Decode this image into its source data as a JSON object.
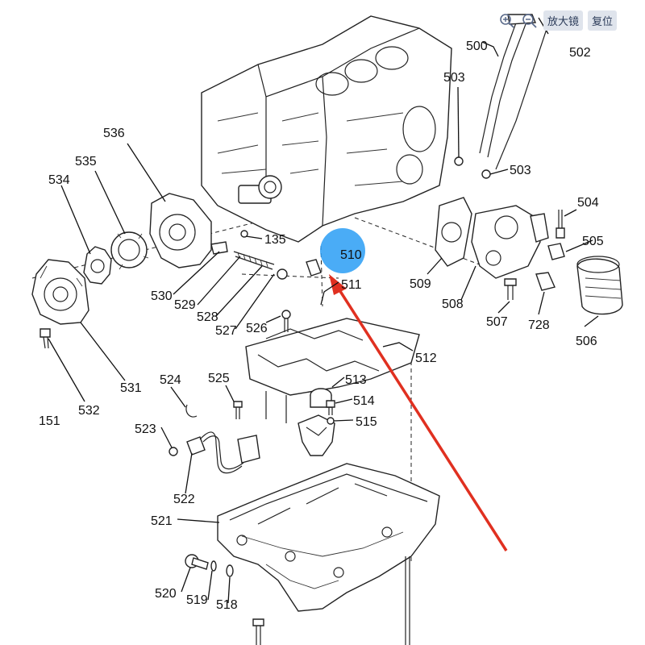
{
  "toolbar": {
    "zoom_in_icon": "zoom-in-icon",
    "zoom_out_icon": "zoom-out-icon",
    "magnify_label": "放大镜",
    "reset_label": "复位"
  },
  "highlight": {
    "label": "510",
    "color": "#2a9df4"
  },
  "arrow_color": "#e03020",
  "callouts": {
    "c500": "500",
    "c502": "502",
    "c503a": "503",
    "c503b": "503",
    "c504": "504",
    "c505": "505",
    "c506": "506",
    "c507": "507",
    "c508": "508",
    "c509": "509",
    "c511": "511",
    "c512": "512",
    "c513": "513",
    "c514": "514",
    "c515": "515",
    "c518": "518",
    "c519": "519",
    "c520": "520",
    "c521": "521",
    "c522": "522",
    "c523": "523",
    "c524": "524",
    "c525": "525",
    "c526": "526",
    "c527": "527",
    "c528": "528",
    "c529": "529",
    "c530": "530",
    "c531": "531",
    "c532": "532",
    "c534": "534",
    "c535": "535",
    "c536": "536",
    "c135": "135",
    "c151": "151",
    "c728": "728"
  }
}
